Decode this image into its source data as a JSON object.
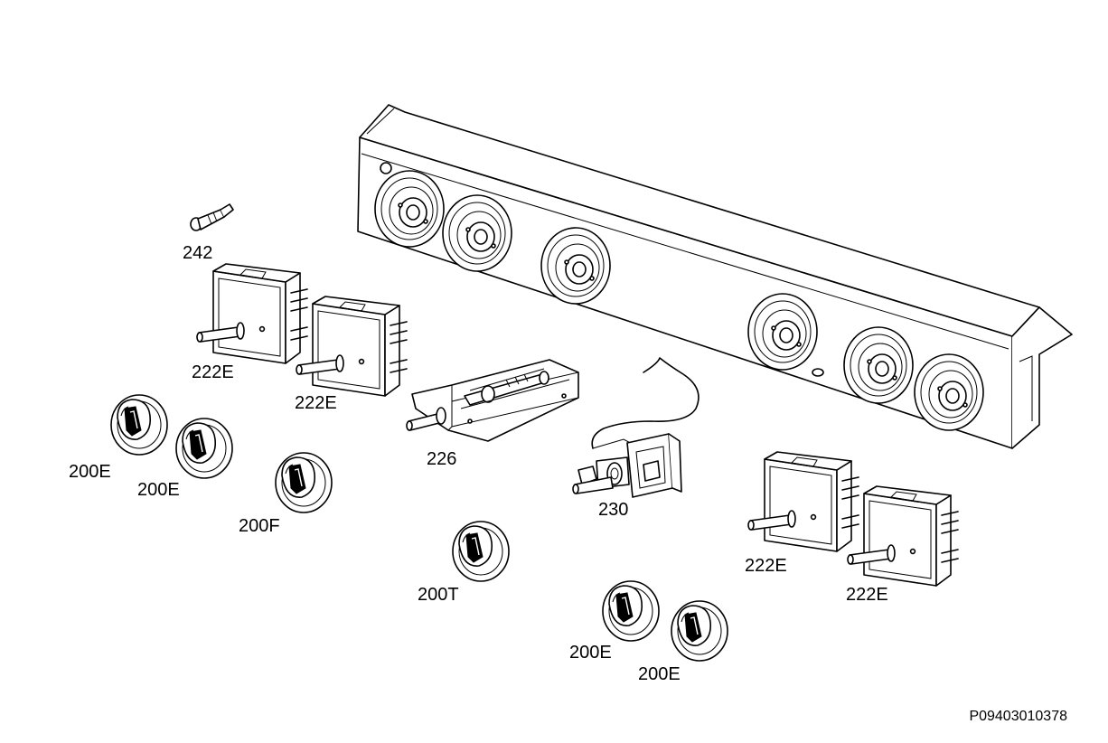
{
  "diagram": {
    "reference_code": "P09403010378",
    "labels": {
      "bulb": "242",
      "switch_1": "222E",
      "switch_2": "222E",
      "switch_3": "222E",
      "switch_4": "222E",
      "thermostat": "226",
      "pilot_switch": "230",
      "knob_1": "200E",
      "knob_2": "200E",
      "knob_3": "200F",
      "knob_4": "200T",
      "knob_5": "200E",
      "knob_6": "200E"
    }
  }
}
